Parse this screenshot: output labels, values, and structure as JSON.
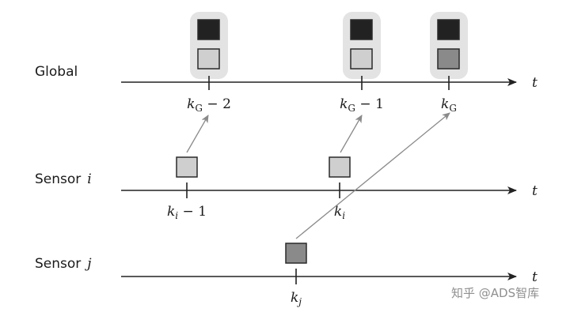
{
  "diagram": {
    "time_label": "t",
    "rows": [
      {
        "name": "Global",
        "var": ""
      },
      {
        "name": "Sensor",
        "var": "i"
      },
      {
        "name": "Sensor",
        "var": "j"
      }
    ],
    "ticks": {
      "global": [
        {
          "base": "k",
          "sub": "G",
          "suffix": " − 2"
        },
        {
          "base": "k",
          "sub": "G",
          "suffix": " − 1"
        },
        {
          "base": "k",
          "sub": "G",
          "suffix": ""
        }
      ],
      "sensor_i": [
        {
          "base": "k",
          "sub": "i",
          "suffix": " − 1"
        },
        {
          "base": "k",
          "sub": "i",
          "suffix": ""
        }
      ],
      "sensor_j": [
        {
          "base": "k",
          "sub": "j",
          "suffix": ""
        }
      ]
    },
    "colors": {
      "axis": "#222222",
      "arrow": "#8a8a8a",
      "panel": "#e3e3e3",
      "dark_block": "#222222",
      "light_block": "#cfcfcf",
      "mid_block": "#8a8a8a",
      "block_border": "#2a2a2a"
    }
  },
  "watermark": "知乎 @ADS智库"
}
